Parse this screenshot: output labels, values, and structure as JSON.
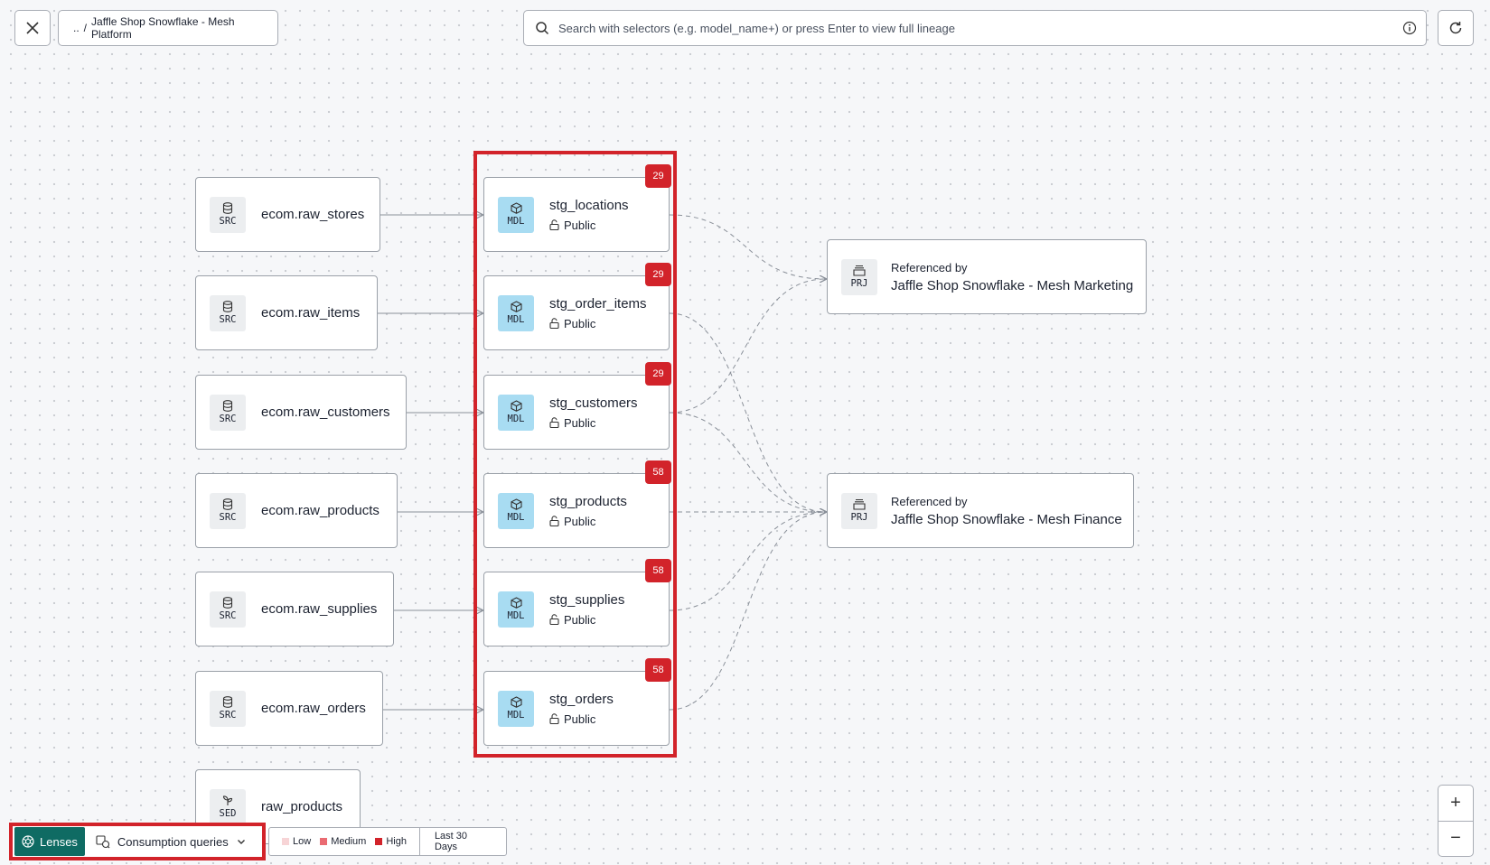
{
  "header": {
    "close_icon": "close-icon",
    "breadcrumb_root": "..",
    "breadcrumb_sep": "/",
    "breadcrumb_project": "Jaffle Shop Snowflake - Mesh Platform",
    "search_placeholder": "Search with selectors (e.g. model_name+) or press Enter to view full lineage",
    "info_icon": "info-icon",
    "refresh_icon": "refresh-icon"
  },
  "sources": [
    {
      "type": "SRC",
      "name": "ecom.raw_stores",
      "icon": "database-icon"
    },
    {
      "type": "SRC",
      "name": "ecom.raw_items",
      "icon": "database-icon"
    },
    {
      "type": "SRC",
      "name": "ecom.raw_customers",
      "icon": "database-icon"
    },
    {
      "type": "SRC",
      "name": "ecom.raw_products",
      "icon": "database-icon"
    },
    {
      "type": "SRC",
      "name": "ecom.raw_supplies",
      "icon": "database-icon"
    },
    {
      "type": "SRC",
      "name": "ecom.raw_orders",
      "icon": "database-icon"
    },
    {
      "type": "SED",
      "name": "raw_products",
      "icon": "seed-icon"
    }
  ],
  "models": [
    {
      "type": "MDL",
      "name": "stg_locations",
      "access": "Public",
      "count": "29"
    },
    {
      "type": "MDL",
      "name": "stg_order_items",
      "access": "Public",
      "count": "29"
    },
    {
      "type": "MDL",
      "name": "stg_customers",
      "access": "Public",
      "count": "29"
    },
    {
      "type": "MDL",
      "name": "stg_products",
      "access": "Public",
      "count": "58"
    },
    {
      "type": "MDL",
      "name": "stg_supplies",
      "access": "Public",
      "count": "58"
    },
    {
      "type": "MDL",
      "name": "stg_orders",
      "access": "Public",
      "count": "58"
    }
  ],
  "projects": [
    {
      "type": "PRJ",
      "label": "Referenced by",
      "name": "Jaffle Shop Snowflake - Mesh Marketing"
    },
    {
      "type": "PRJ",
      "label": "Referenced by",
      "name": "Jaffle Shop Snowflake - Mesh Finance"
    }
  ],
  "footer": {
    "lenses_label": "Lenses",
    "lens_select": "Consumption queries",
    "legend": [
      {
        "label": "Low",
        "color": "#f7d4d6"
      },
      {
        "label": "Medium",
        "color": "#ea6b72"
      },
      {
        "label": "High",
        "color": "#d2232a"
      }
    ],
    "range": "Last 30 Days",
    "zoom_in": "+",
    "zoom_out": "−"
  }
}
